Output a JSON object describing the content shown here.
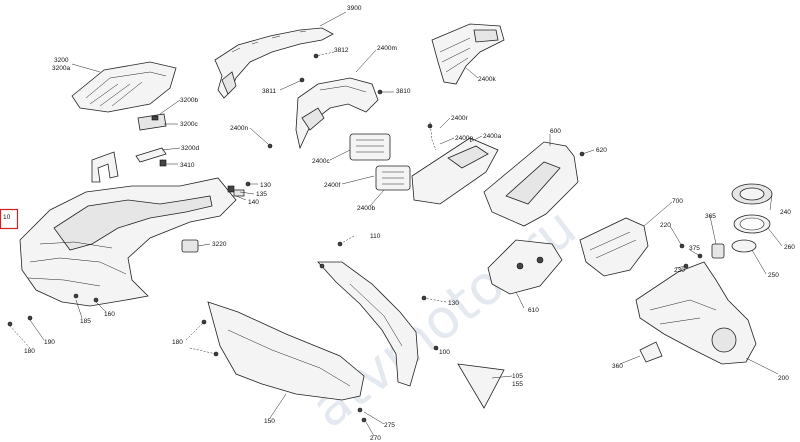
{
  "watermark": "atvmotor.ru",
  "callouts": [
    {
      "id": "c3900",
      "label": "3900"
    },
    {
      "id": "c3812",
      "label": "3812"
    },
    {
      "id": "c2400m",
      "label": "2400m"
    },
    {
      "id": "c3200",
      "label": "3200"
    },
    {
      "id": "c3200a",
      "label": "3200a"
    },
    {
      "id": "c3811",
      "label": "3811"
    },
    {
      "id": "c3810",
      "label": "3810"
    },
    {
      "id": "c2400k",
      "label": "2400k"
    },
    {
      "id": "c3200b",
      "label": "3200b"
    },
    {
      "id": "c3200c",
      "label": "3200c"
    },
    {
      "id": "c3200d",
      "label": "3200d"
    },
    {
      "id": "c3410",
      "label": "3410"
    },
    {
      "id": "c2400n",
      "label": "2400n"
    },
    {
      "id": "c2400c",
      "label": "2400c"
    },
    {
      "id": "c2400r",
      "label": "2400r"
    },
    {
      "id": "c2400p",
      "label": "2400p"
    },
    {
      "id": "c2400a",
      "label": "2400a"
    },
    {
      "id": "c600",
      "label": "600"
    },
    {
      "id": "c620",
      "label": "620"
    },
    {
      "id": "c2400f",
      "label": "2400f"
    },
    {
      "id": "c2400b",
      "label": "2400b"
    },
    {
      "id": "c130a",
      "label": "130"
    },
    {
      "id": "c135",
      "label": "135"
    },
    {
      "id": "c140",
      "label": "140"
    },
    {
      "id": "c3220",
      "label": "3220"
    },
    {
      "id": "c10",
      "label": "10"
    },
    {
      "id": "c110",
      "label": "110"
    },
    {
      "id": "c700",
      "label": "700"
    },
    {
      "id": "c220",
      "label": "220"
    },
    {
      "id": "c365",
      "label": "365"
    },
    {
      "id": "c240",
      "label": "240"
    },
    {
      "id": "c260",
      "label": "260"
    },
    {
      "id": "c375",
      "label": "375"
    },
    {
      "id": "c230",
      "label": "230"
    },
    {
      "id": "c250",
      "label": "250"
    },
    {
      "id": "c130b",
      "label": "130"
    },
    {
      "id": "c185",
      "label": "185"
    },
    {
      "id": "c160",
      "label": "160"
    },
    {
      "id": "c610",
      "label": "610"
    },
    {
      "id": "c180a",
      "label": "180"
    },
    {
      "id": "c190",
      "label": "190"
    },
    {
      "id": "c180b",
      "label": "180"
    },
    {
      "id": "c100",
      "label": "100"
    },
    {
      "id": "c360",
      "label": "360"
    },
    {
      "id": "c105",
      "label": "105"
    },
    {
      "id": "c155",
      "label": "155"
    },
    {
      "id": "c200",
      "label": "200"
    },
    {
      "id": "c150",
      "label": "150"
    },
    {
      "id": "c275",
      "label": "275"
    },
    {
      "id": "c270",
      "label": "270"
    }
  ],
  "highlight_label": "10"
}
